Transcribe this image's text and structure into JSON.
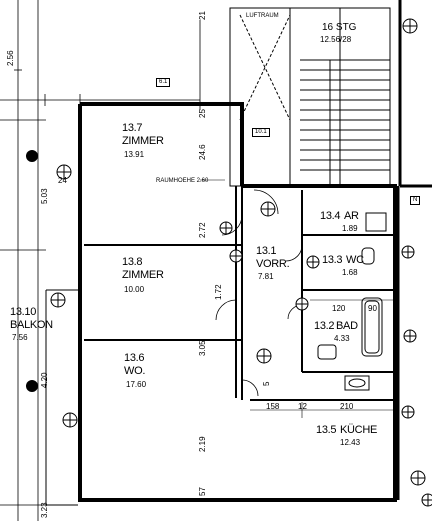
{
  "rooms": [
    {
      "id": "13.7",
      "name": "ZIMMER",
      "area": "13.91"
    },
    {
      "id": "13.8",
      "name": "ZIMMER",
      "area": "10.00"
    },
    {
      "id": "13.6",
      "name": "WO.",
      "area": "17.60"
    },
    {
      "id": "13.1",
      "name": "VORR.",
      "area": "7.81"
    },
    {
      "id": "13.4",
      "name": "AR",
      "area": "1.89"
    },
    {
      "id": "13.3",
      "name": "WC",
      "area": "1.68"
    },
    {
      "id": "13.2",
      "name": "BAD",
      "area": "4.33"
    },
    {
      "id": "13.5",
      "name": "KÜCHE",
      "area": "12.43"
    },
    {
      "id": "13.10",
      "name": "BALKON",
      "area": "7.56"
    }
  ],
  "stairs": {
    "label": "16 STG",
    "ratio": "12.56/28"
  },
  "annotations": {
    "luftraum": "LUFTRAUM",
    "raumhoehe": "RAUMHOEHE 2.60",
    "ref_10_1": "10.1",
    "ref_6_1": "6.1",
    "tag_n": "N"
  },
  "dimensions": {
    "top_left": "2.56",
    "left_1": "5.03",
    "left_2": "4.20",
    "left_3": "3.23",
    "d_24": "24",
    "d_21": "21",
    "d_25": "25",
    "d_246": "24.6",
    "d_272": "2.72",
    "d_172": "1.72",
    "d_305": "3.05",
    "d_219": "2.19",
    "d_158": "158",
    "d_12": "12",
    "d_210": "210",
    "d_120": "120",
    "d_90": "90",
    "d_5": "5",
    "d_57": "57"
  }
}
